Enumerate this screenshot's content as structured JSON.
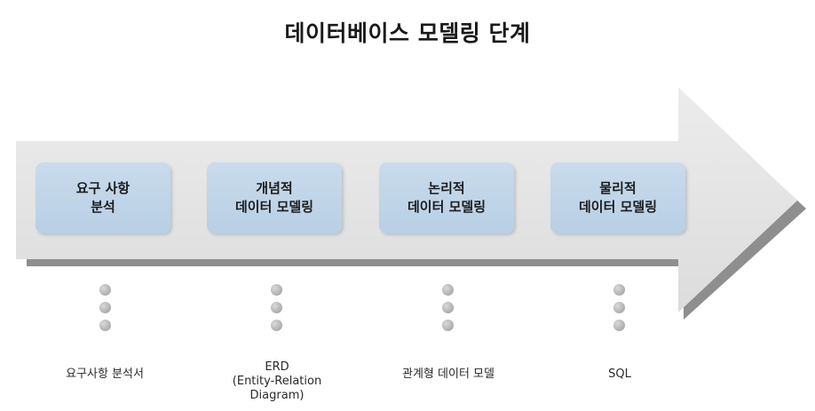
{
  "diagram": {
    "title": "데이터베이스 모델링 단계",
    "stages": [
      {
        "line1": "요구 사항",
        "line2": "분석"
      },
      {
        "line1": "개념적",
        "line2": "데이터 모델링"
      },
      {
        "line1": "논리적",
        "line2": "데이터 모델링"
      },
      {
        "line1": "물리적",
        "line2": "데이터 모델링"
      }
    ],
    "outputs": [
      {
        "line1": "요구사항 분석서"
      },
      {
        "line1": "ERD",
        "line2": "(Entity-Relation",
        "line3": "Diagram)"
      },
      {
        "line1": "관계형 데이터 모델"
      },
      {
        "line1": "SQL"
      }
    ],
    "colors": {
      "arrow_fill": "#e3e3e3",
      "arrow_shadow": "#8c8c8c",
      "stage_fill": "#c3d7eb",
      "dot_fill": "#b0b0b0"
    }
  }
}
